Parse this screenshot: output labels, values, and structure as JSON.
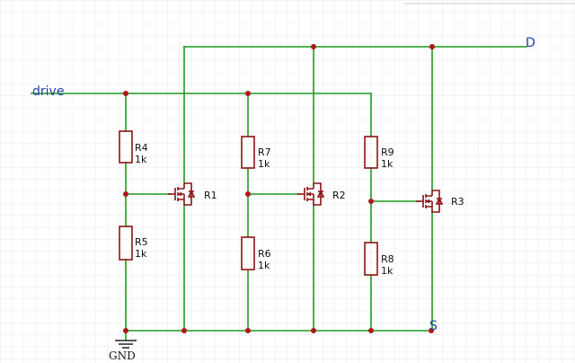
{
  "nets": {
    "drive": "drive",
    "drain": "D",
    "source": "S",
    "ground": "GND"
  },
  "resistors": [
    {
      "ref": "R4",
      "value": "1k"
    },
    {
      "ref": "R5",
      "value": "1k"
    },
    {
      "ref": "R7",
      "value": "1k"
    },
    {
      "ref": "R6",
      "value": "1k"
    },
    {
      "ref": "R9",
      "value": "1k"
    },
    {
      "ref": "R8",
      "value": "1k"
    }
  ],
  "transistors": [
    {
      "ref": "R1"
    },
    {
      "ref": "R2"
    },
    {
      "ref": "R3"
    }
  ],
  "colors": {
    "wire": "#1f9a1f",
    "component": "#8a1414",
    "junction": "#b11717",
    "net_label": "#1f3fa8",
    "grid": "#dde3ee"
  }
}
